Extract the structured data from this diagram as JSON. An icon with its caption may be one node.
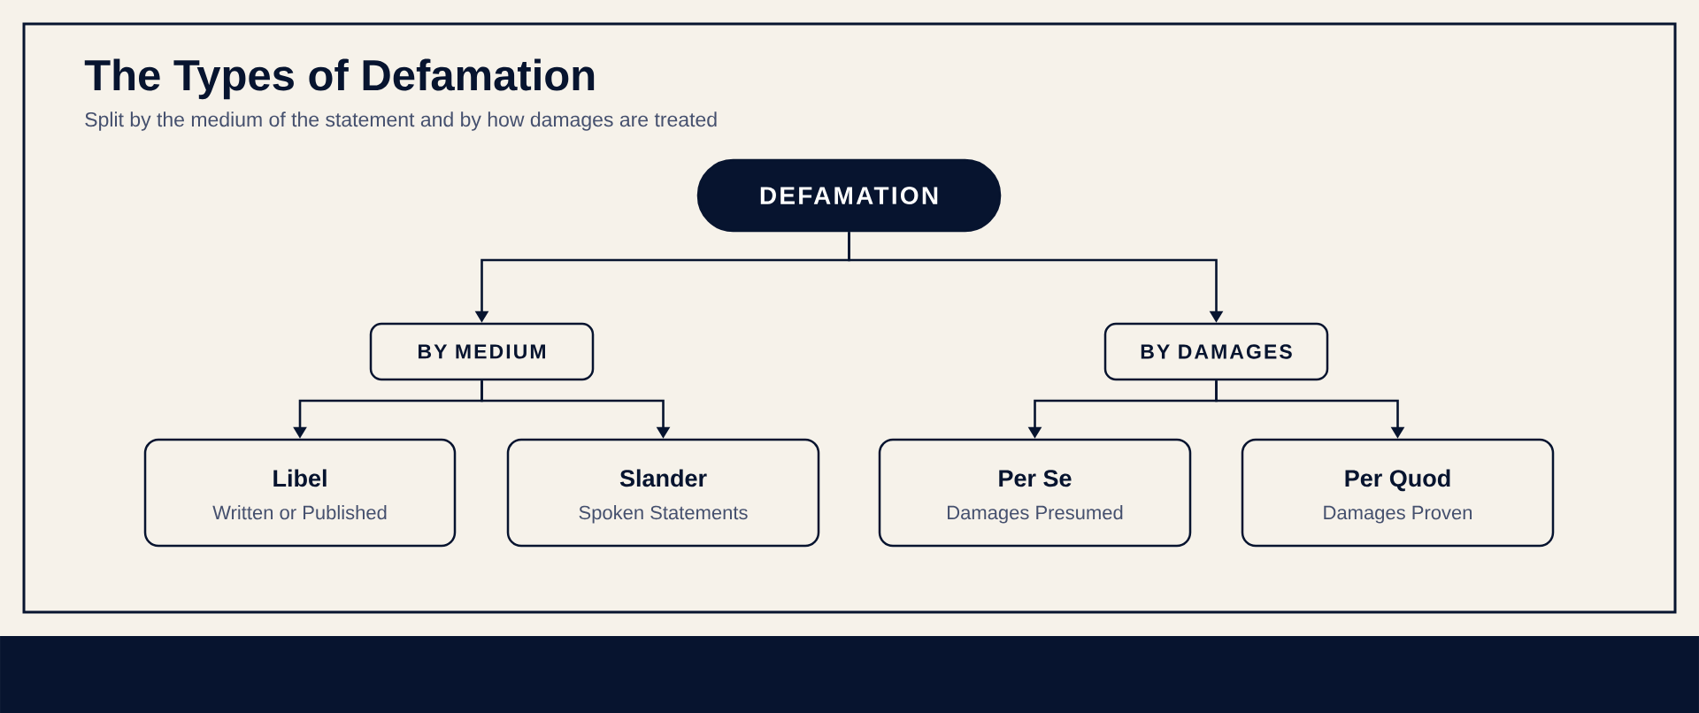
{
  "diagram": {
    "title": "The Types of Defamation",
    "nodes": [
      {
        "text": [
          "DEFAMATION"
        ]
      },
      {
        "text": [
          "BY MEDIUM"
        ]
      },
      {
        "text": [
          "BY DAMAGES"
        ]
      },
      {
        "text": [
          "Libel",
          "Written or Published"
        ]
      },
      {
        "text": [
          "Slander",
          "Spoken Statements"
        ]
      },
      {
        "text": [
          "Per Se",
          "Damages Presumed"
        ]
      },
      {
        "text": [
          "Per Quod",
          "Damages Proven"
        ]
      }
    ],
    "edges": [
      {
        "from": 0,
        "to": 1,
        "arrow": "to"
      },
      {
        "from": 0,
        "to": 2,
        "arrow": "to"
      },
      {
        "from": 1,
        "to": 3,
        "arrow": "to"
      },
      {
        "from": 1,
        "to": 4,
        "arrow": "to"
      },
      {
        "from": 2,
        "to": 5,
        "arrow": "to"
      },
      {
        "from": 2,
        "to": 6,
        "arrow": "to"
      }
    ],
    "labels": [
      "Split by the medium of the statement and by how damages are treated"
    ]
  }
}
